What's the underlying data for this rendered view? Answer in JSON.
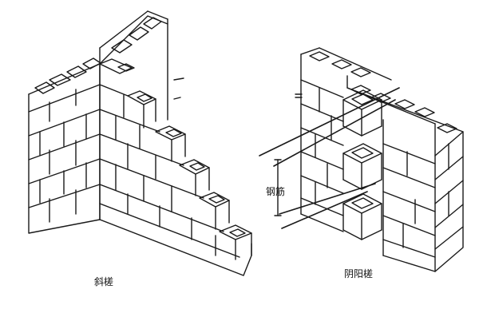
{
  "labels": {
    "left_caption": "斜槎",
    "right_caption": "阴阳槎",
    "rebar": "钢筋"
  }
}
